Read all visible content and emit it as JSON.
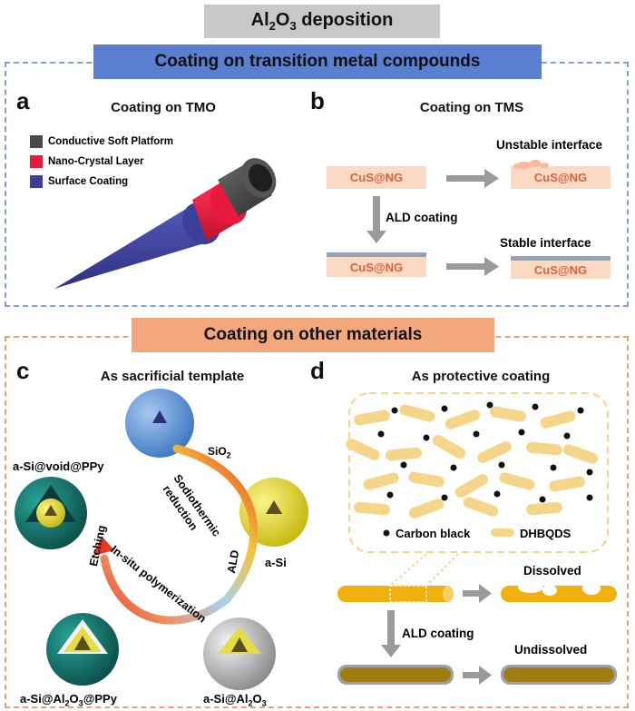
{
  "header": {
    "title_main": "Al",
    "title_sub1": "2",
    "title_mid": "O",
    "title_sub2": "3",
    "title_tail": " deposition"
  },
  "section_top": {
    "title": "Coating on transition metal compounds"
  },
  "panel_a": {
    "letter": "a",
    "title": "Coating on TMO",
    "legend": [
      {
        "label": "Conductive Soft Platform",
        "color": "#4a4a4a"
      },
      {
        "label": "Nano-Crystal Layer",
        "color": "#e8193c"
      },
      {
        "label": "Surface Coating",
        "color": "#3b3f9e"
      }
    ]
  },
  "panel_b": {
    "letter": "b",
    "title": "Coating on TMS",
    "box_label": "CuS@NG",
    "unstable": "Unstable interface",
    "stable": "Stable interface",
    "ald": "ALD coating"
  },
  "section_bottom": {
    "title": "Coating on other materials"
  },
  "panel_c": {
    "letter": "c",
    "title": "As sacrificial template",
    "sio2": "SiO",
    "sio2_sub": "2",
    "asi": "a-Si",
    "asi_al2o3_a": "a-Si@Al",
    "asi_al2o3_s1": "2",
    "asi_al2o3_b": "O",
    "asi_al2o3_s2": "3",
    "ppy_a": "a-Si@Al",
    "ppy_s1": "2",
    "ppy_b": "O",
    "ppy_s2": "3",
    "ppy_c": "@PPy",
    "void": "a-Si@void@PPy",
    "arc_sodio": "Sodiothermic",
    "arc_reduction": "reduction",
    "arc_ald": "ALD",
    "arc_insitu": "In-situ polymerization",
    "arc_etching": "Etching"
  },
  "panel_d": {
    "letter": "d",
    "title": "As protective coating",
    "legend_cb": "Carbon black",
    "legend_dh": "DHBQDS",
    "dissolved": "Dissolved",
    "undissolved": "Undissolved",
    "ald": "ALD coating"
  },
  "colors": {
    "banner_gray": "#c8c8c8",
    "banner_blue": "#5b7fd0",
    "banner_orange": "#f2a77c",
    "frame_blue": "#7fa0d8",
    "frame_orange": "#f0a070",
    "cus_fill": "#fcd9c3",
    "cus_text": "#e0603a",
    "arrow_gray": "#9a9a9a",
    "rod_yellow": "#f5d58a",
    "gold": "#f0b10e",
    "olive": "#a07e13"
  }
}
